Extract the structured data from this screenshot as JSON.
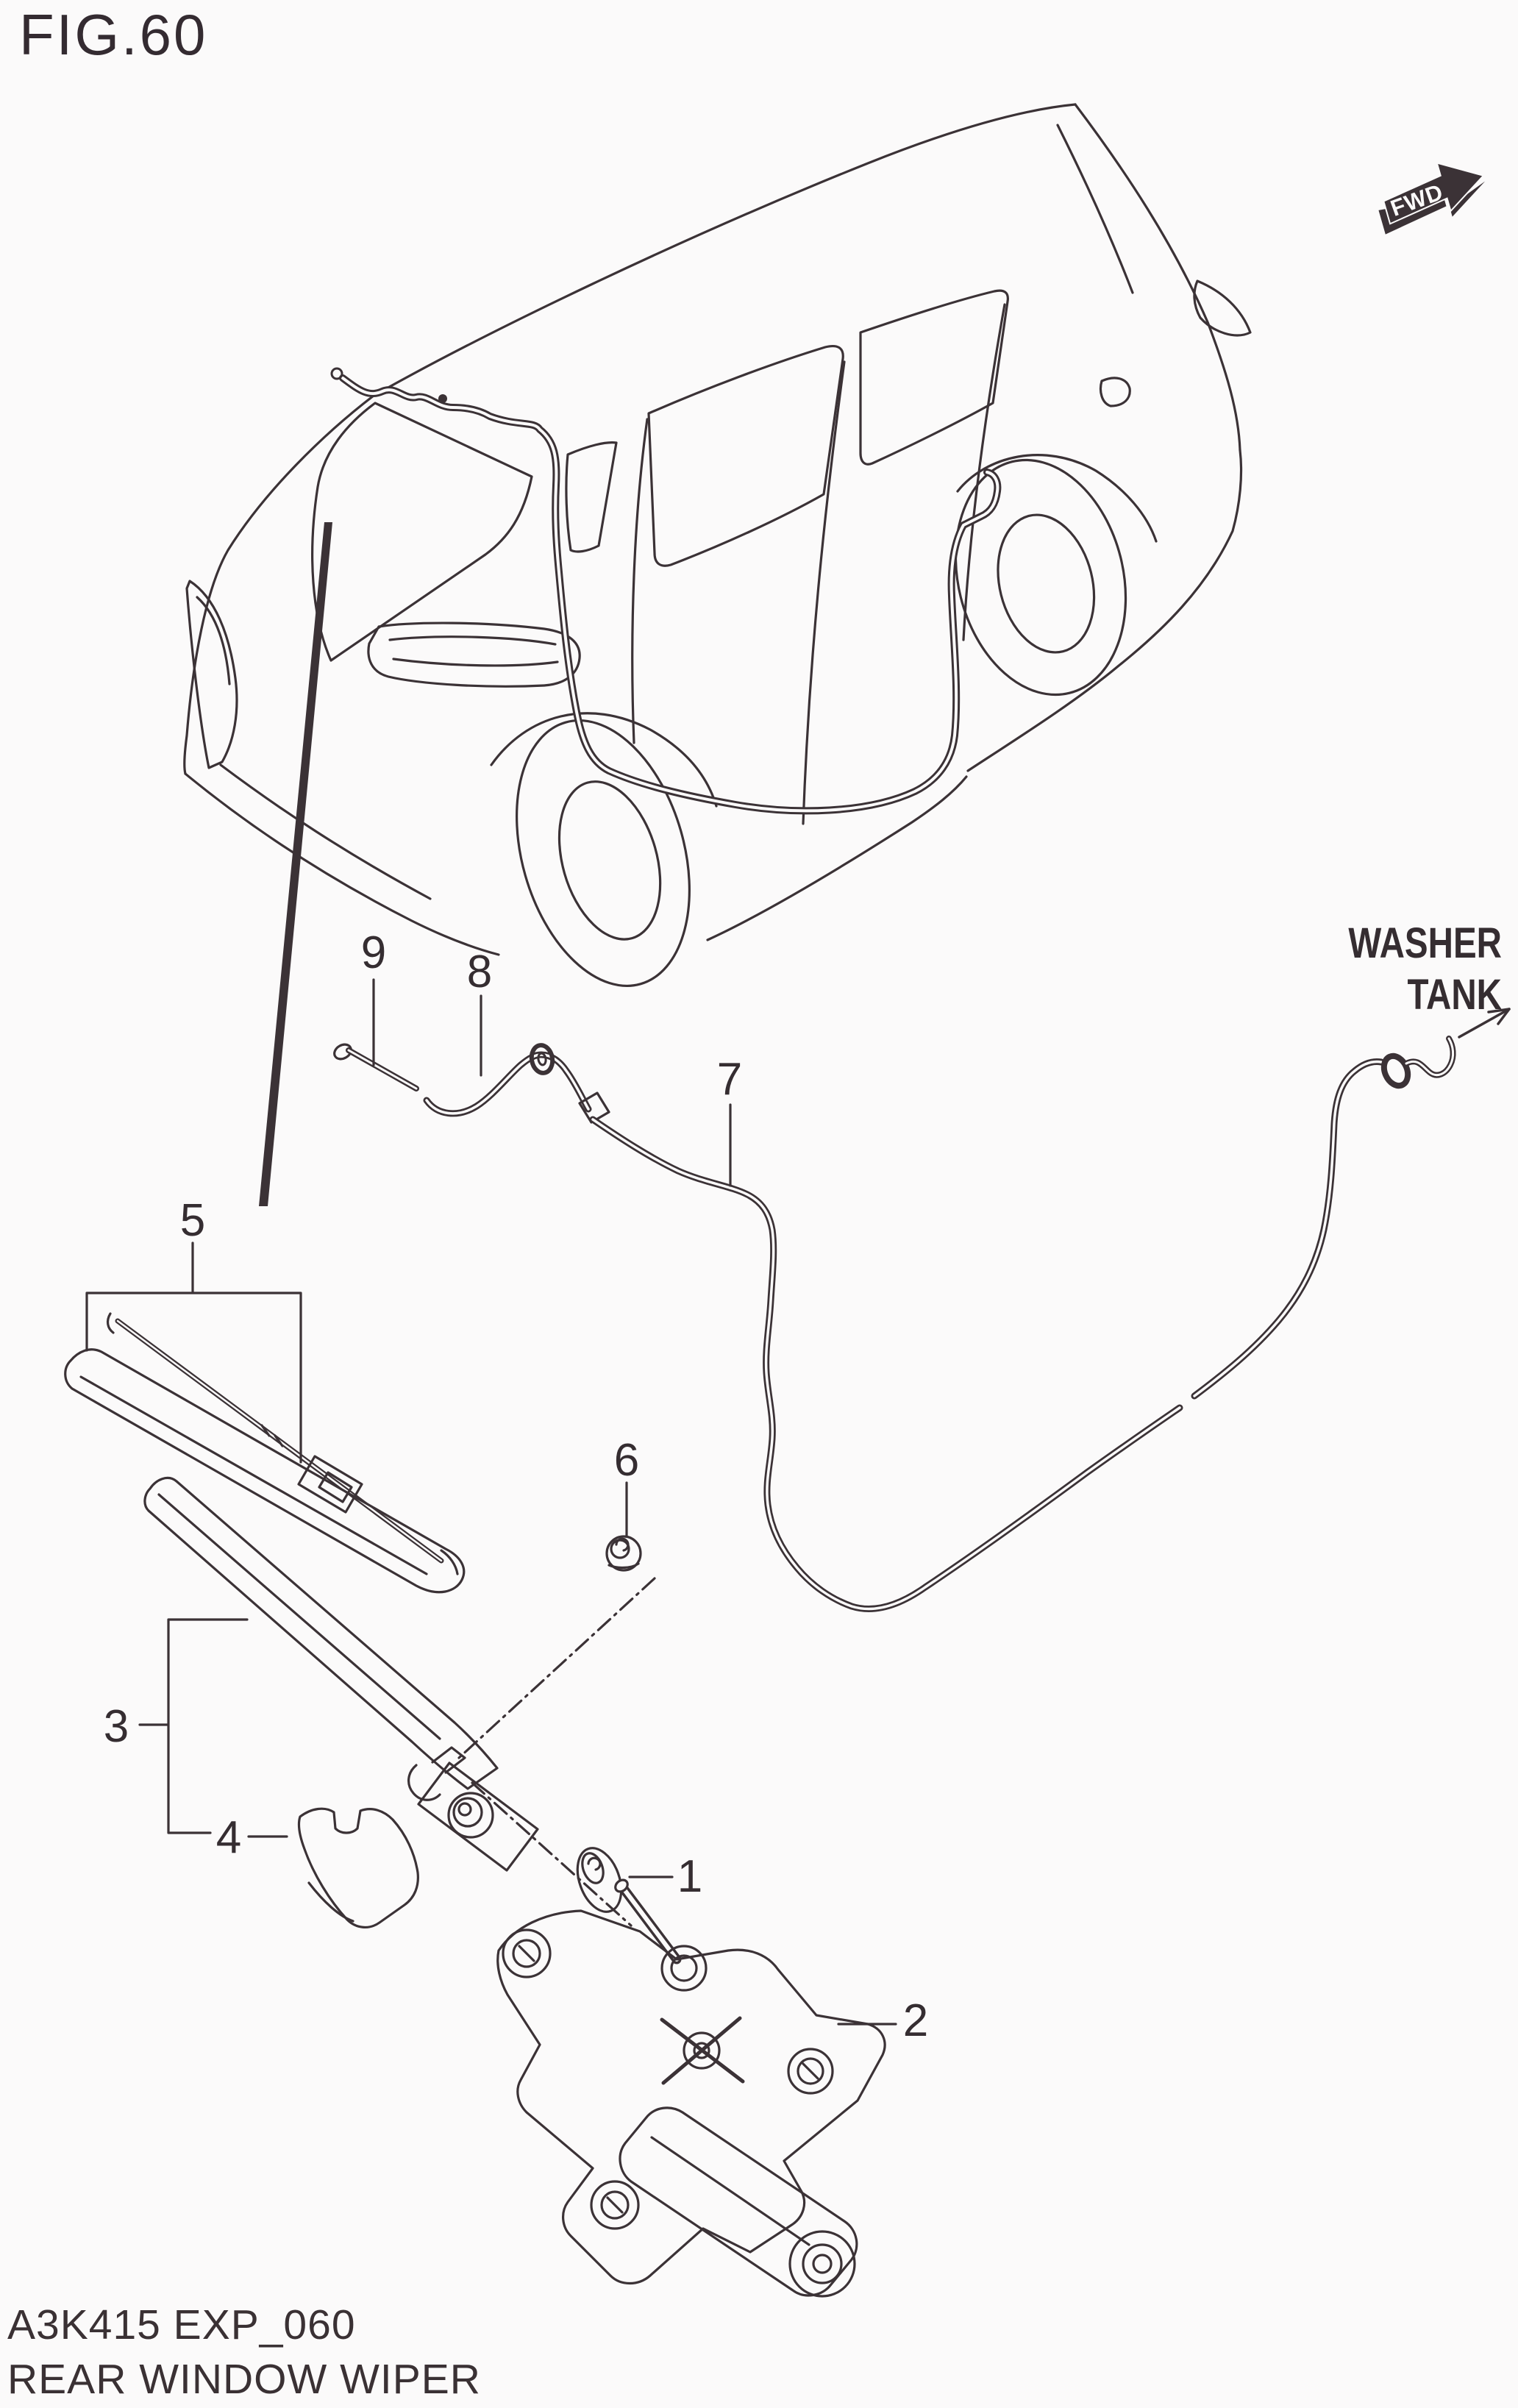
{
  "figure": {
    "title": "FIG.60"
  },
  "drawing": {
    "fwd_label": "FWD",
    "washer_tank": {
      "line1": "WASHER",
      "line2": "TANK"
    }
  },
  "callouts": {
    "c1": {
      "number": "1"
    },
    "c2": {
      "number": "2"
    },
    "c3": {
      "number": "3"
    },
    "c4": {
      "number": "4"
    },
    "c5": {
      "number": "5"
    },
    "c6": {
      "number": "6"
    },
    "c7": {
      "number": "7"
    },
    "c8": {
      "number": "8"
    },
    "c9": {
      "number": "9"
    }
  },
  "footer": {
    "code": "A3K415 EXP_060",
    "caption": "REAR WINDOW WIPER"
  },
  "colors": {
    "line": "#3b3236",
    "text": "#352d31",
    "background": "#fbfafa"
  }
}
